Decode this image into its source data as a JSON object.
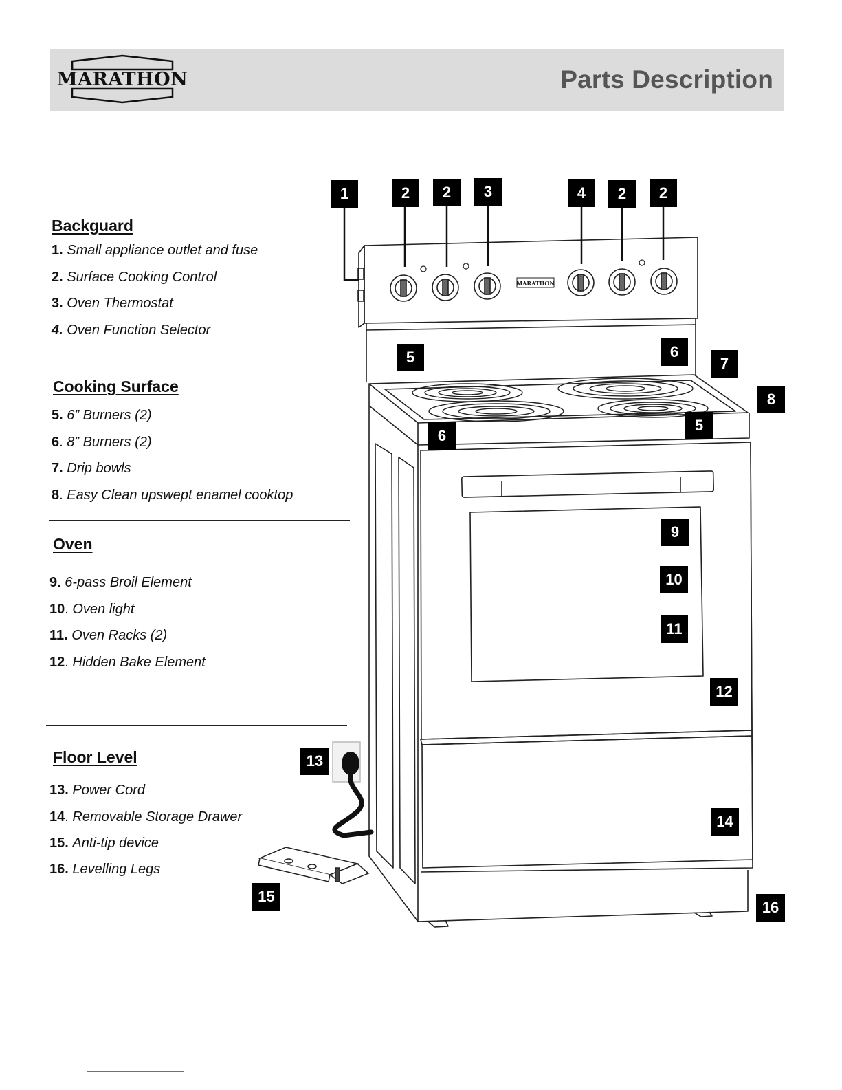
{
  "header": {
    "brand": "MARATHON",
    "title": "Parts Description"
  },
  "sections": {
    "backguard": {
      "title": "Backguard",
      "items": [
        {
          "num": "1.",
          "desc": "Small appliance outlet and fuse"
        },
        {
          "num": "2.",
          "desc": "Surface Cooking Control"
        },
        {
          "num": "3.",
          "desc": "Oven Thermostat"
        },
        {
          "num": "4.",
          "desc": "Oven Function Selector"
        }
      ]
    },
    "cooking_surface": {
      "title": "Cooking Surface",
      "items": [
        {
          "num": "5.",
          "desc": "6” Burners (2)"
        },
        {
          "num": "6",
          "sep": ".",
          "desc": "8” Burners (2)"
        },
        {
          "num": "7.",
          "desc": "Drip bowls"
        },
        {
          "num": "8",
          "sep": ".",
          "desc": "Easy Clean upswept enamel cooktop"
        }
      ]
    },
    "oven": {
      "title": "Oven",
      "items": [
        {
          "num": "9.",
          "desc": "6-pass Broil Element"
        },
        {
          "num": "10",
          "sep": ".",
          "desc": "Oven light"
        },
        {
          "num": "11.",
          "desc": "Oven Racks (2)"
        },
        {
          "num": "12",
          "sep": ".",
          "desc": "Hidden Bake Element"
        }
      ]
    },
    "floor_level": {
      "title": "Floor Level",
      "items": [
        {
          "num": "13.",
          "desc": "Power Cord"
        },
        {
          "num": "14",
          "sep": ".",
          "desc": "Removable Storage Drawer"
        },
        {
          "num": "15.",
          "desc": "Anti-tip device"
        },
        {
          "num": "16.",
          "desc": "Levelling Legs"
        }
      ]
    }
  },
  "diagram": {
    "range_badge": "MARATHON",
    "callouts": [
      "1",
      "2",
      "2",
      "3",
      "4",
      "2",
      "2",
      "5",
      "6",
      "7",
      "8",
      "6",
      "5",
      "9",
      "10",
      "11",
      "12",
      "13",
      "14",
      "15",
      "16"
    ]
  }
}
